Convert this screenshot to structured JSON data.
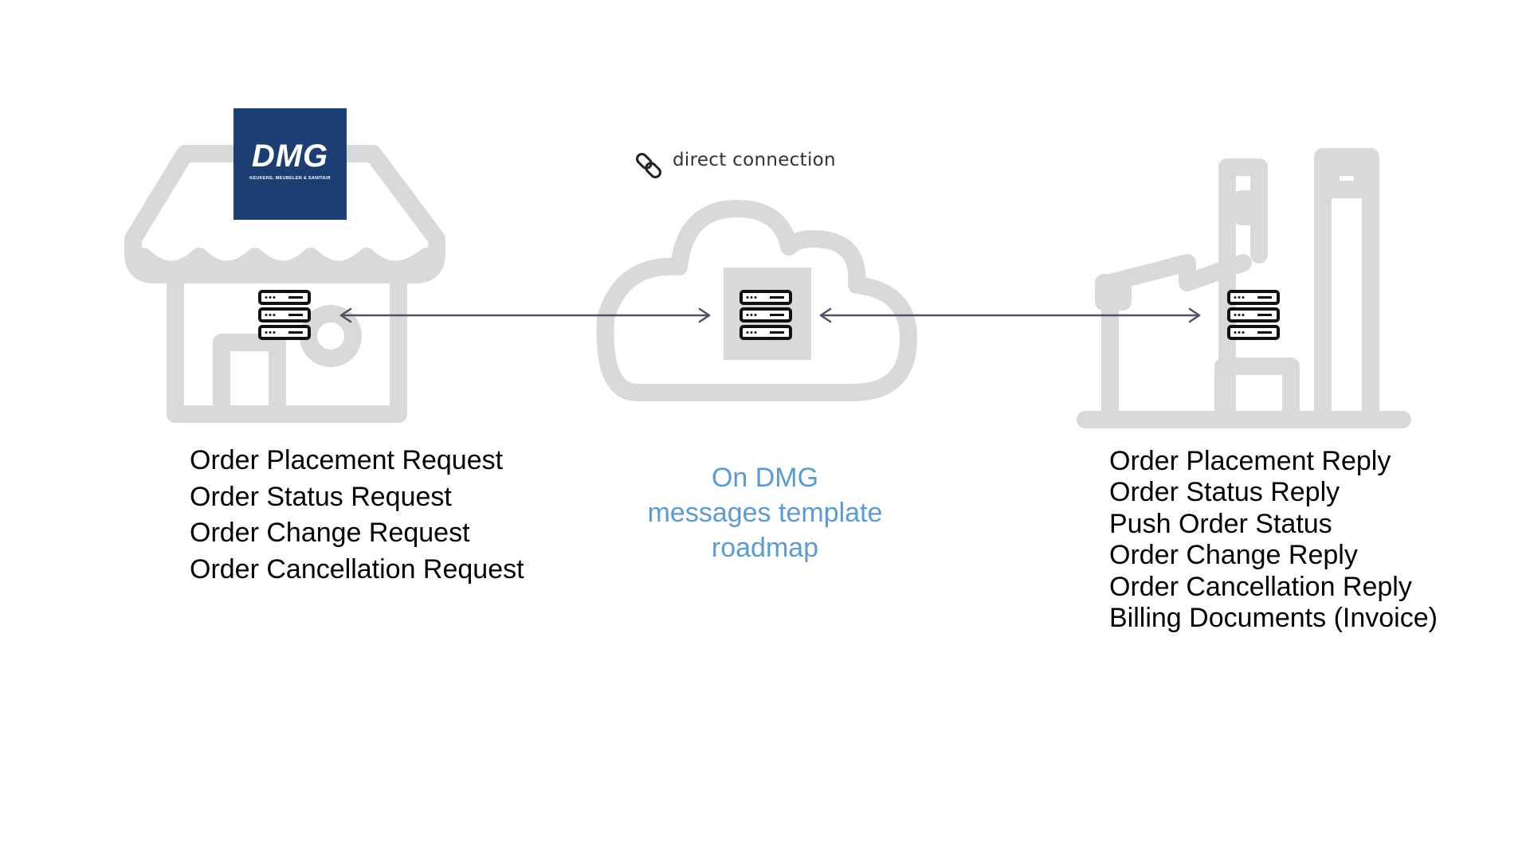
{
  "logo": {
    "brand": "DMG",
    "tagline": "KEUKENS, MEUBELEN & SANITAIR"
  },
  "connection": {
    "label": "direct connection",
    "icon": "link-icon"
  },
  "left_messages": [
    "Order Placement Request",
    "Order Status Request",
    "Order Change Request",
    "Order Cancellation Request"
  ],
  "center_note": {
    "lines": [
      "On DMG",
      "messages template",
      "roadmap"
    ],
    "color": "#5b9bd5"
  },
  "right_messages": [
    "Order Placement Reply",
    "Order Status Reply",
    "Push Order Status",
    "Order Change Reply",
    "Order Cancellation Reply",
    "Billing Documents (Invoice)"
  ],
  "icons": {
    "left": "shop-icon",
    "center": "cloud-icon",
    "right": "factory-icon",
    "server": "server-icon"
  }
}
